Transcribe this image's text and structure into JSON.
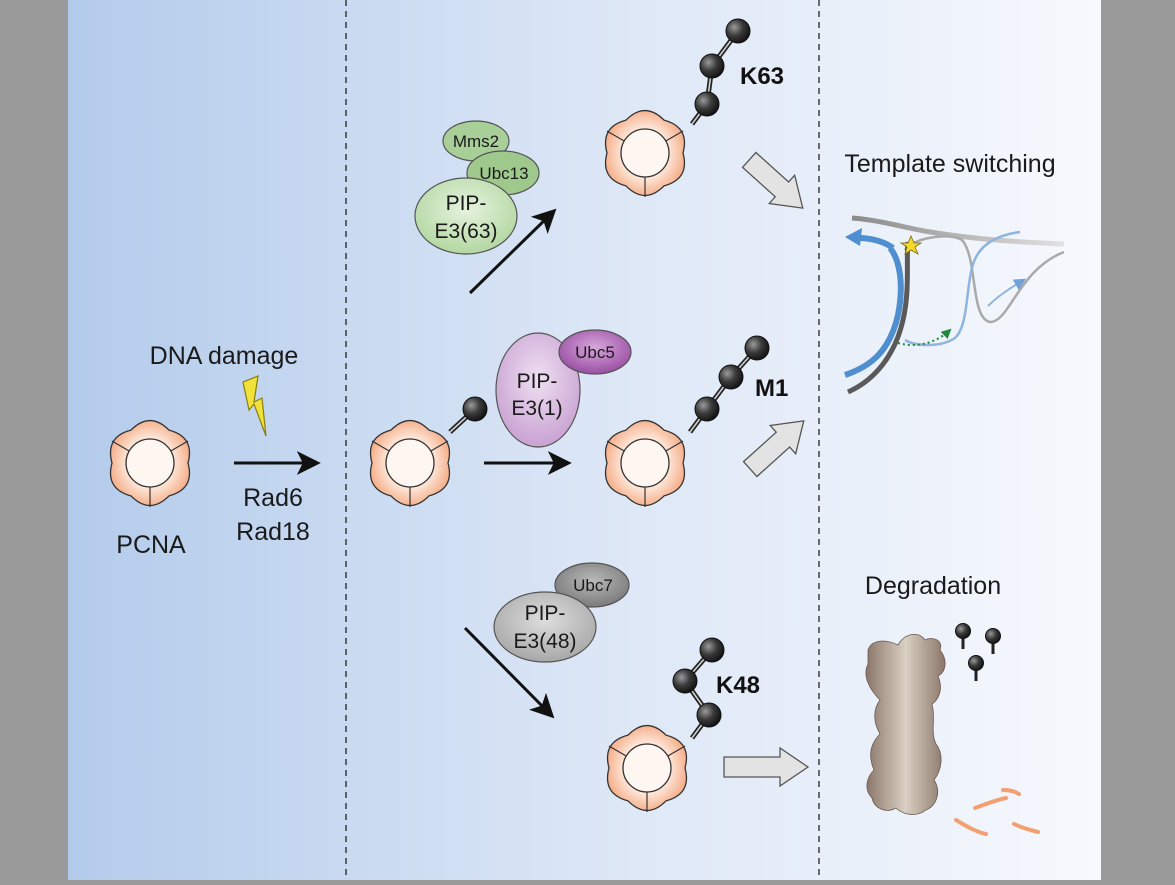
{
  "labels": {
    "dna_damage": "DNA damage",
    "pcna": "PCNA",
    "rad6": "Rad6",
    "rad18": "Rad18",
    "k63": "K63",
    "m1": "M1",
    "k48": "K48",
    "template_switching": "Template switching",
    "degradation": "Degradation"
  },
  "enzymes": {
    "mms2": "Mms2",
    "ubc13": "Ubc13",
    "pip_e3_63_line1": "PIP-",
    "pip_e3_63_line2": "E3(63)",
    "ubc5": "Ubc5",
    "pip_e3_1_line1": "PIP-",
    "pip_e3_1_line2": "E3(1)",
    "ubc7": "Ubc7",
    "pip_e3_48_line1": "PIP-",
    "pip_e3_48_line2": "E3(48)"
  },
  "colors": {
    "pcna_fill": "#f6b48f",
    "pcna_stroke": "#333333",
    "e3_63_fill": "#c9e3bb",
    "e3_1_fill": "#d8b8de",
    "ubc5_fill": "#a760ae",
    "e3_48_fill": "#bfbfbf",
    "ubc7_fill": "#8f8f8f",
    "ubiquitin": "#2b2b2b",
    "dna_blue": "#4f8ecf",
    "proteasome": "#8a7668"
  }
}
